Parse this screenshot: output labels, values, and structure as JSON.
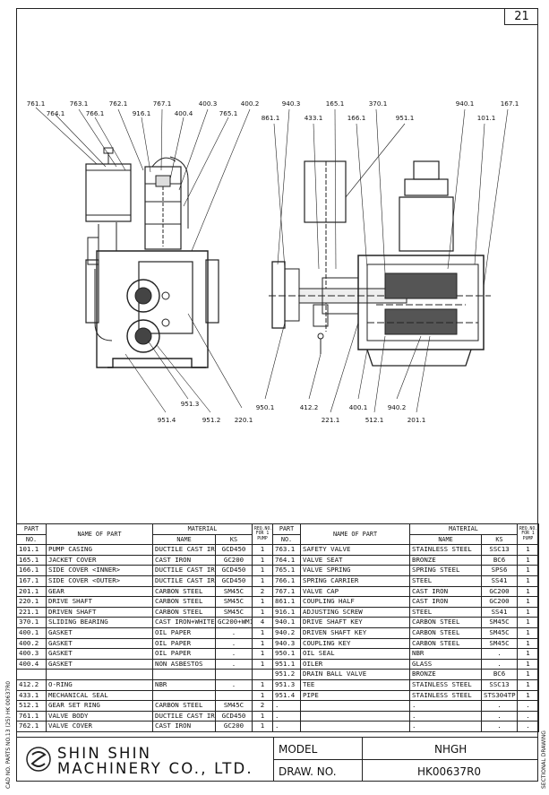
{
  "page_number": "21",
  "left_view_top_labels": [
    "761.1",
    "764.1",
    "763.1",
    "766.1",
    "762.1",
    "916.1",
    "767.1",
    "400.4",
    "400.3",
    "765.1",
    "400.2"
  ],
  "left_view_bottom_labels": [
    "951.3",
    "951.4",
    "951.2",
    "220.1"
  ],
  "right_view_top_labels": [
    "940.3",
    "861.1",
    "433.1",
    "165.1",
    "166.1",
    "370.1",
    "951.1",
    "940.1",
    "101.1",
    "167.1"
  ],
  "right_view_bottom_labels": [
    "950.1",
    "412.2",
    "221.1",
    "400.1",
    "512.1",
    "940.2",
    "201.1"
  ],
  "table": {
    "col_part": "PART",
    "col_no": "NO.",
    "col_name": "NAME OF PART",
    "col_material": "MATERIAL",
    "col_mat_name": "NAME",
    "col_mat_ks": "KS",
    "col_req": "REQ.NO. FOR 1 PUMP",
    "left_rows": [
      {
        "no": "101.1",
        "name": "PUMP CASING",
        "mat": "DUCTILE CAST IRON",
        "ks": "GCD450",
        "qty": "1"
      },
      {
        "no": "165.1",
        "name": "JACKET COVER",
        "mat": "CAST IRON",
        "ks": "GC200",
        "qty": "1"
      },
      {
        "no": "166.1",
        "name": "SIDE COVER <INNER>",
        "mat": "DUCTILE CAST IRON",
        "ks": "GCD450",
        "qty": "1"
      },
      {
        "no": "167.1",
        "name": "SIDE COVER <OUTER>",
        "mat": "DUCTILE CAST IRON",
        "ks": "GCD450",
        "qty": "1"
      },
      {
        "no": "201.1",
        "name": "GEAR",
        "mat": "CARBON STEEL",
        "ks": "SM45C",
        "qty": "2"
      },
      {
        "no": "220.1",
        "name": "DRIVE SHAFT",
        "mat": "CARBON STEEL",
        "ks": "SM45C",
        "qty": "1"
      },
      {
        "no": "221.1",
        "name": "DRIVEN SHAFT",
        "mat": "CARBON STEEL",
        "ks": "SM45C",
        "qty": "1"
      },
      {
        "no": "370.1",
        "name": "SLIDING BEARING",
        "mat": "CAST IRON+WHITE METAL",
        "ks": "GC200+WM1",
        "qty": "4"
      },
      {
        "no": "400.1",
        "name": "GASKET",
        "mat": "OIL PAPER",
        "ks": ".",
        "qty": "1"
      },
      {
        "no": "400.2",
        "name": "GASKET",
        "mat": "OIL PAPER",
        "ks": ".",
        "qty": "1"
      },
      {
        "no": "400.3",
        "name": "GASKET",
        "mat": "OIL PAPER",
        "ks": ".",
        "qty": "1"
      },
      {
        "no": "400.4",
        "name": "GASKET",
        "mat": "NON ASBESTOS",
        "ks": ".",
        "qty": "1"
      },
      {
        "no": "",
        "name": "",
        "mat": "",
        "ks": "",
        "qty": ""
      },
      {
        "no": "412.2",
        "name": "O-RING",
        "mat": "NBR",
        "ks": ".",
        "qty": "1"
      },
      {
        "no": "433.1",
        "name": "MECHANICAL SEAL",
        "mat": "",
        "ks": "",
        "qty": "1"
      },
      {
        "no": "512.1",
        "name": "GEAR SET RING",
        "mat": "CARBON STEEL",
        "ks": "SM45C",
        "qty": "2"
      },
      {
        "no": "761.1",
        "name": "VALVE BODY",
        "mat": "DUCTILE CAST IRON",
        "ks": "GCD450",
        "qty": "1"
      },
      {
        "no": "762.1",
        "name": "VALVE COVER",
        "mat": "CAST IRON",
        "ks": "GC200",
        "qty": "1"
      }
    ],
    "right_rows": [
      {
        "no": "763.1",
        "name": "SAFETY VALVE",
        "mat": "STAINLESS STEEL",
        "ks": "SSC13",
        "qty": "1"
      },
      {
        "no": "764.1",
        "name": "VALVE SEAT",
        "mat": "BRONZE",
        "ks": "BC6",
        "qty": "1"
      },
      {
        "no": "765.1",
        "name": "VALVE SPRING",
        "mat": "SPRING STEEL",
        "ks": "SPS6",
        "qty": "1"
      },
      {
        "no": "766.1",
        "name": "SPRING CARRIER",
        "mat": "STEEL",
        "ks": "SS41",
        "qty": "1"
      },
      {
        "no": "767.1",
        "name": "VALVE CAP",
        "mat": "CAST IRON",
        "ks": "GC200",
        "qty": "1"
      },
      {
        "no": "861.1",
        "name": "COUPLING HALF",
        "mat": "CAST IRON",
        "ks": "GC200",
        "qty": "1"
      },
      {
        "no": "916.1",
        "name": "ADJUSTING SCREW",
        "mat": "STEEL",
        "ks": "SS41",
        "qty": "1"
      },
      {
        "no": "940.1",
        "name": "DRIVE SHAFT KEY",
        "mat": "CARBON STEEL",
        "ks": "SM45C",
        "qty": "1"
      },
      {
        "no": "940.2",
        "name": "DRIVEN SHAFT KEY",
        "mat": "CARBON STEEL",
        "ks": "SM45C",
        "qty": "1"
      },
      {
        "no": "940.3",
        "name": "COUPLING KEY",
        "mat": "CARBON STEEL",
        "ks": "SM45C",
        "qty": "1"
      },
      {
        "no": "950.1",
        "name": "OIL SEAL",
        "mat": "NBR",
        "ks": ".",
        "qty": "1"
      },
      {
        "no": "951.1",
        "name": "OILER",
        "mat": "GLASS",
        "ks": ".",
        "qty": "1"
      },
      {
        "no": "951.2",
        "name": "DRAIN BALL VALVE",
        "mat": "BRONZE",
        "ks": "BC6",
        "qty": "1"
      },
      {
        "no": "951.3",
        "name": "TEE",
        "mat": "STAINLESS STEEL",
        "ks": "SSC13",
        "qty": "1"
      },
      {
        "no": "951.4",
        "name": "PIPE",
        "mat": "STAINLESS STEEL",
        "ks": "STS304TP",
        "qty": "1"
      },
      {
        "no": ".",
        "name": "",
        "mat": ".",
        "ks": ".",
        "qty": "."
      },
      {
        "no": ".",
        "name": "",
        "mat": ".",
        "ks": ".",
        "qty": "."
      },
      {
        "no": ".",
        "name": "",
        "mat": ".",
        "ks": ".",
        "qty": "."
      }
    ]
  },
  "company_line1": "SHIN SHIN",
  "company_line2": "MACHINERY CO., LTD.",
  "model_label": "MODEL",
  "model_value": "NHGH",
  "drawing_label": "DRAW. NO.",
  "drawing_value": "HK00637R0",
  "side_left": "CAD NO. PARTS NO.13 (25) HK 00637R0",
  "side_right": "SECTIONAL DRAWING"
}
